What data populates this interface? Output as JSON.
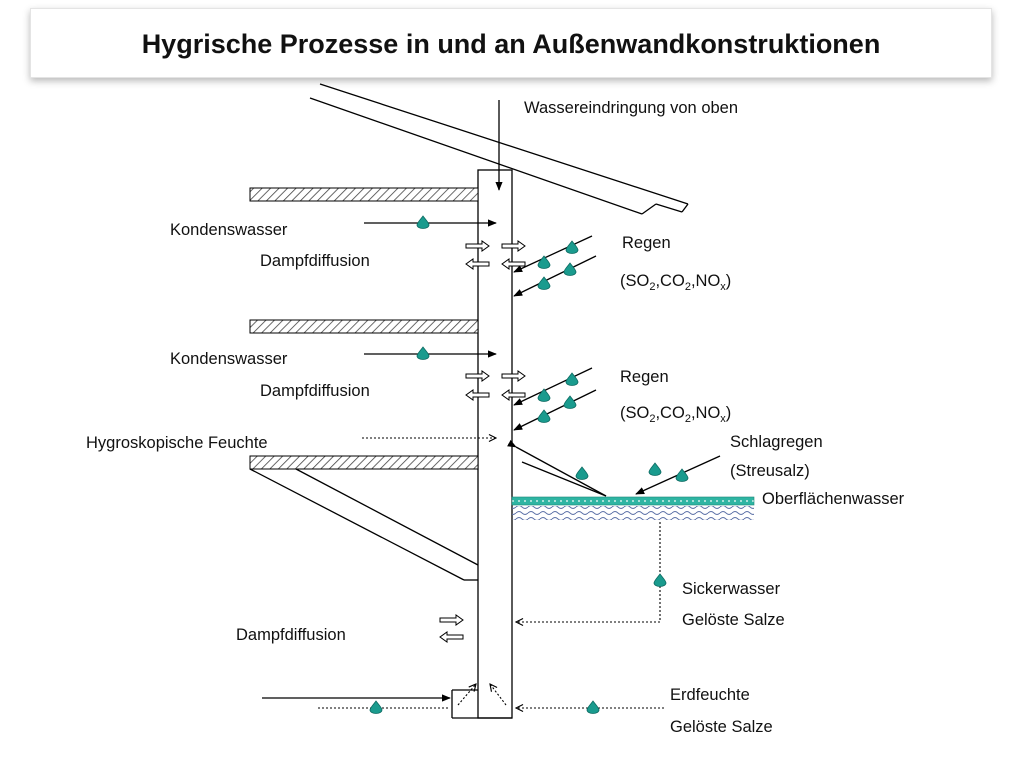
{
  "title": "Hygrische Prozesse in und an Außenwandkonstruktionen",
  "labels": {
    "top": "Wassereindringung von oben",
    "kondens1": "Kondenswasser",
    "dampf1": "Dampfdiffusion",
    "regen1": "Regen",
    "kondens2": "Kondenswasser",
    "dampf2": "Dampfdiffusion",
    "regen2": "Regen",
    "hygro": "Hygroskopische Feuchte",
    "schlag": "Schlagregen",
    "streusalz": "(Streusalz)",
    "oberflaeche": "Oberflächenwasser",
    "sicker": "Sickerwasser",
    "salze1": "Gelöste Salze",
    "dampf3": "Dampfdiffusion",
    "erd": "Erdfeuchte",
    "salze2": "Gelöste Salze"
  },
  "pollutants": {
    "open": "(SO",
    "so_sub": "2",
    "sep1": ",CO",
    "co_sub": "2",
    "sep2": ",NO",
    "no_sub": "x",
    "close": ")"
  },
  "colors": {
    "drop": "#1a9b8e",
    "water_surface": "#2fb5a3",
    "ground_lines": "#5a6fa6",
    "stroke": "#000000"
  }
}
